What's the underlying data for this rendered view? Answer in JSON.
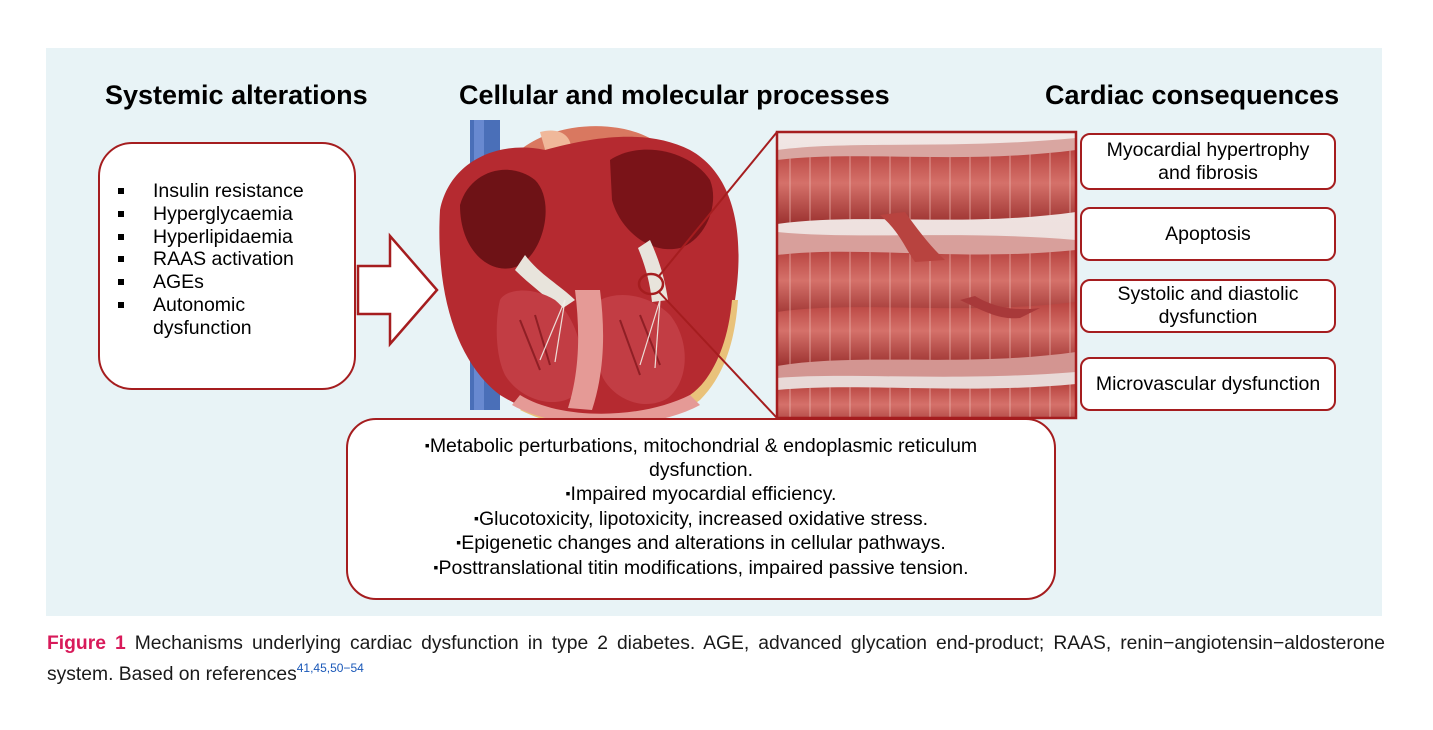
{
  "headings": {
    "systemic": "Systemic alterations",
    "cellular": "Cellular and molecular processes",
    "cardiac": "Cardiac consequences"
  },
  "systemic_items": [
    "Insulin resistance",
    "Hyperglycaemia",
    "Hyperlipidaemia",
    "RAAS activation",
    "AGEs",
    "Autonomic dysfunction"
  ],
  "cellular_items": [
    "Metabolic perturbations, mitochondrial & endoplasmic reticulum dysfunction.",
    "Impaired myocardial efficiency.",
    "Glucotoxicity, lipotoxicity, increased oxidative stress.",
    "Epigenetic changes and alterations in cellular pathways.",
    "Posttranslational titin modifications, impaired passive tension."
  ],
  "cardiac_items": [
    "Myocardial hypertrophy and fibrosis",
    "Apoptosis",
    "Systolic and diastolic dysfunction",
    "Microvascular dysfunction"
  ],
  "caption": {
    "label": "Figure 1",
    "text": " Mechanisms underlying cardiac dysfunction in type 2 diabetes. AGE, advanced glycation end-product; RAAS, renin−angiotensin−aldosterone system. Based on references",
    "refs": "41,45,50−54"
  },
  "colors": {
    "panel": "#e8f3f6",
    "box_border": "#a51d1f",
    "caption_label": "#d81a5a",
    "caption_refs": "#1a58b8",
    "muscle": "#c2504b"
  },
  "icons": [
    "outline-arrow-icon",
    "heart-cross-section-illustration",
    "muscle-fiber-illustration"
  ]
}
